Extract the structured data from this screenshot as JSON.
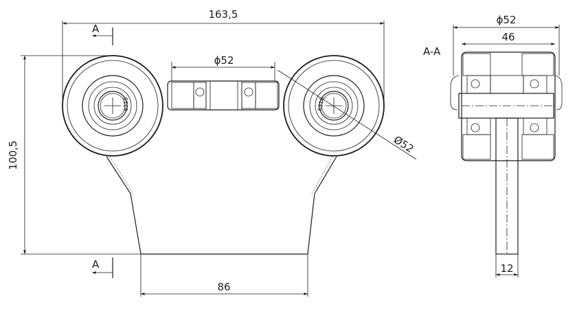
{
  "front_view": {
    "dims": {
      "overall_width": "163,5",
      "height": "100,5",
      "base_width": "86",
      "middle_wheel_diameter": "ϕ52",
      "right_wheel_diameter": "Ø52"
    },
    "section_marks": {
      "top": "A",
      "bottom": "A"
    },
    "bearing_label": "6316"
  },
  "section_view": {
    "label": "A-A",
    "dims": {
      "outer_diameter": "ϕ52",
      "width": "46",
      "stem_width": "12"
    }
  },
  "colors": {
    "line": "#1a1a1a",
    "background": "#ffffff"
  }
}
